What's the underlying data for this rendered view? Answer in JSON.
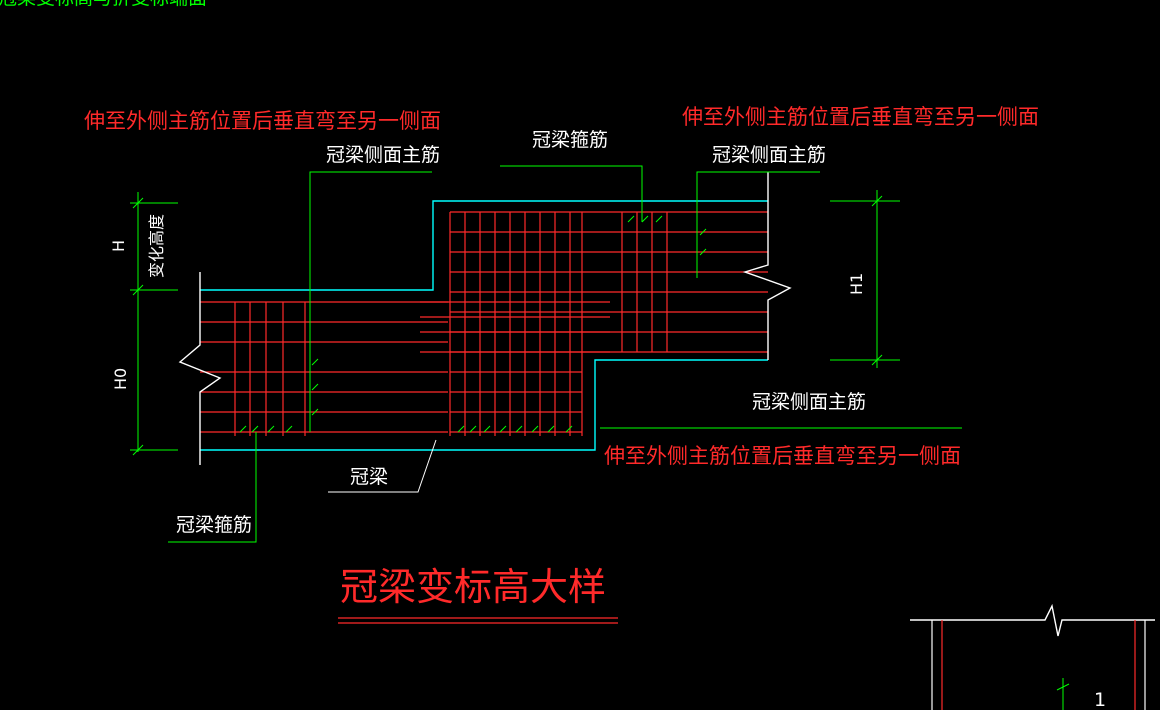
{
  "colors": {
    "background": "#000000",
    "rebar": "#ff2a2a",
    "outline": "#00ffff",
    "leader": "#00ff00",
    "text": "#ffffff",
    "note": "#ff2a2a"
  },
  "header_fragment": "冠梁变标高与折变标端面",
  "labels": {
    "note_left": "伸至外侧主筋位置后垂直弯至另一侧面",
    "note_right": "伸至外侧主筋位置后垂直弯至另一侧面",
    "note_bottom": "伸至外侧主筋位置后垂直弯至另一侧面",
    "side_bar_left": "冠梁侧面主筋",
    "side_bar_right": "冠梁侧面主筋",
    "side_bar_lower": "冠梁侧面主筋",
    "stirrup_top": "冠梁箍筋",
    "stirrup_bottom": "冠梁箍筋",
    "beam": "冠梁",
    "dim_H": "H",
    "dim_change": "变化高度",
    "dim_H0": "H0",
    "dim_H1": "H1",
    "title": "冠梁变标高大样",
    "corner_number": "1"
  }
}
